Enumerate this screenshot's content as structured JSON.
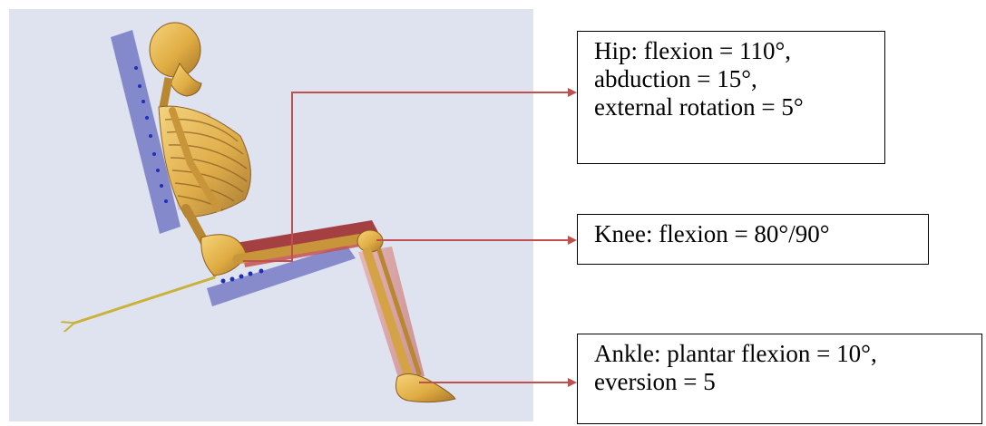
{
  "colors": {
    "panel": "#dfe2ef",
    "backrest": "#7a80c8",
    "seat": "#7d82c7",
    "bone": "#e0ad44",
    "muscle": "#b23b3b",
    "leader": "#c0504d",
    "axis": "#c9b23a"
  },
  "callouts": {
    "hip": {
      "lines": [
        "Hip:  flexion = 110°,",
        "abduction = 15°,",
        "external rotation = 5°"
      ]
    },
    "knee": {
      "lines": [
        "Knee:  flexion = 80°/90°"
      ]
    },
    "ankle": {
      "lines": [
        "Ankle:  plantar flexion = 10°,",
        "eversion = 5"
      ]
    }
  }
}
